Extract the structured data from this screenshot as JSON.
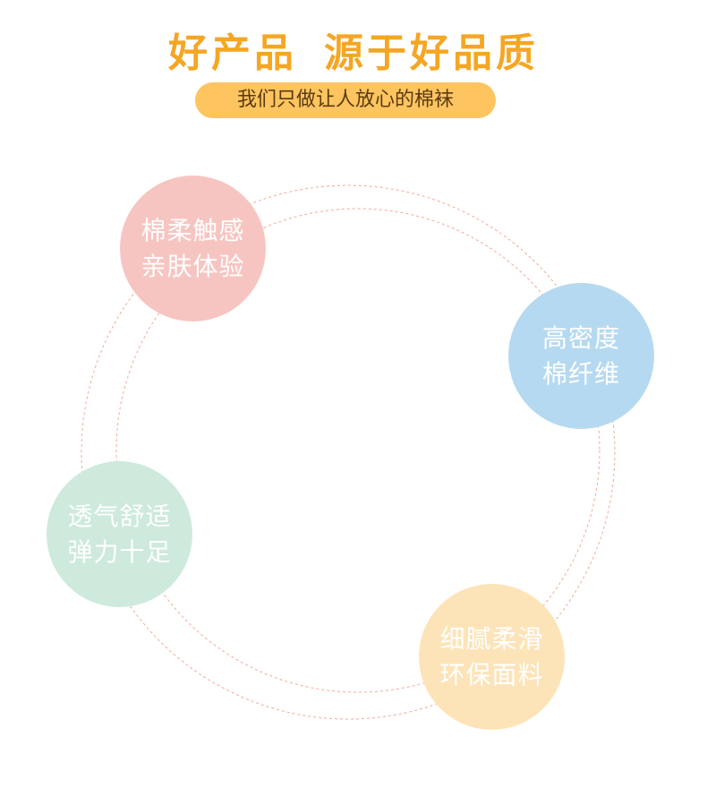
{
  "header": {
    "title_part1": "好产品",
    "title_part2": "源于好品质",
    "subtitle": "我们只做让人放心的棉袜"
  },
  "features": [
    {
      "line1": "棉柔触感",
      "line2": "亲肤体验",
      "color": "#f7c5c1"
    },
    {
      "line1": "高密度",
      "line2": "棉纤维",
      "color": "#b5d9f0"
    },
    {
      "line1": "透气舒适",
      "line2": "弹力十足",
      "color": "#cdeadc"
    },
    {
      "line1": "细腻柔滑",
      "line2": "环保面料",
      "color": "#fde4b8"
    }
  ],
  "colors": {
    "title": "#f5a623",
    "pill": "#fdc45f",
    "ring": "#f2a99a"
  }
}
